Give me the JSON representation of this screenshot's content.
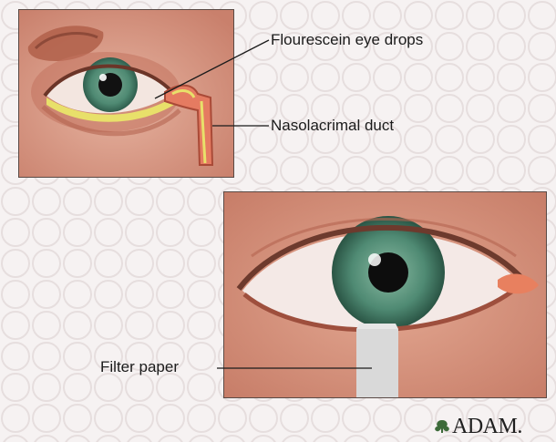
{
  "labels": {
    "fluorescein": "Flourescein eye drops",
    "nasolacrimal": "Nasolacrimal duct",
    "filter": "Filter paper"
  },
  "logo": {
    "text": "ADAM."
  },
  "colors": {
    "background": "#f6f2f2",
    "skin": "#d79a86",
    "iris": "#4f8a73",
    "fluorescein": "#e8e06a",
    "filter_paper": "#d9d9d9"
  }
}
